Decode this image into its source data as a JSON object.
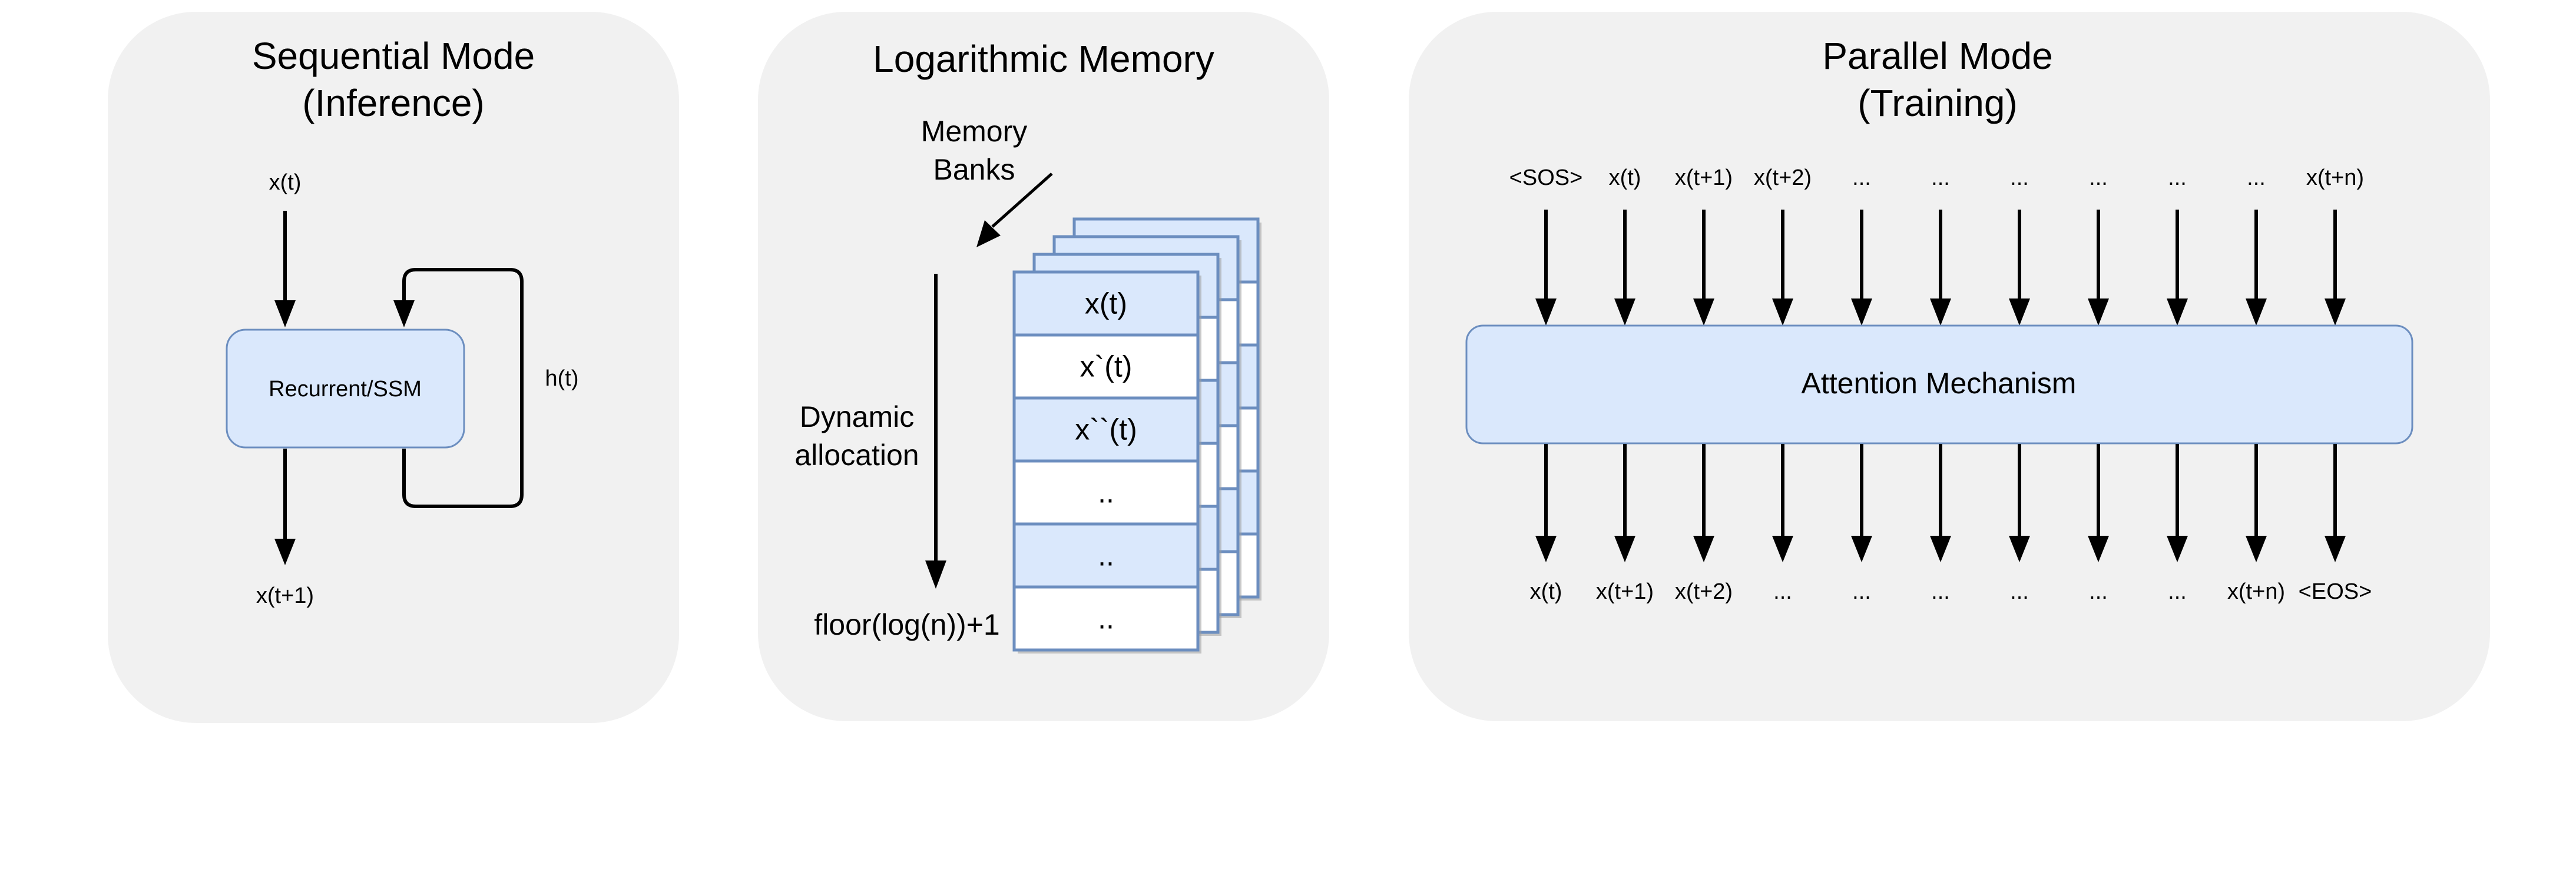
{
  "colors": {
    "panel_bg": "#f1f1f1",
    "box_fill": "#dae8fc",
    "box_stroke": "#6c8ebf",
    "arrow": "#000000"
  },
  "sequential": {
    "title_line1": "Sequential Mode",
    "title_line2": "(Inference)",
    "input_label": "x(t)",
    "box_label": "Recurrent/SSM",
    "hidden_label": "h(t)",
    "output_label": "x(t+1)"
  },
  "memory": {
    "title": "Logarithmic Memory",
    "banks_label_line1": "Memory",
    "banks_label_line2": "Banks",
    "alloc_label_line1": "Dynamic",
    "alloc_label_line2": "allocation",
    "size_label": "floor(log(n))+1",
    "bank_count": 4,
    "cells": [
      {
        "text": "x(t)",
        "fill": "blue"
      },
      {
        "text": "x`(t)",
        "fill": "white"
      },
      {
        "text": "x``(t)",
        "fill": "blue"
      },
      {
        "text": "..",
        "fill": "white"
      },
      {
        "text": "..",
        "fill": "blue"
      },
      {
        "text": "..",
        "fill": "white"
      }
    ]
  },
  "parallel": {
    "title_line1": "Parallel Mode",
    "title_line2": "(Training)",
    "box_label": "Attention Mechanism",
    "inputs": [
      "<SOS>",
      "x(t)",
      "x(t+1)",
      "x(t+2)",
      "...",
      "...",
      "...",
      "...",
      "...",
      "...",
      "x(t+n)"
    ],
    "outputs": [
      "x(t)",
      "x(t+1)",
      "x(t+2)",
      "...",
      "...",
      "...",
      "...",
      "...",
      "...",
      "x(t+n)",
      "<EOS>"
    ]
  }
}
